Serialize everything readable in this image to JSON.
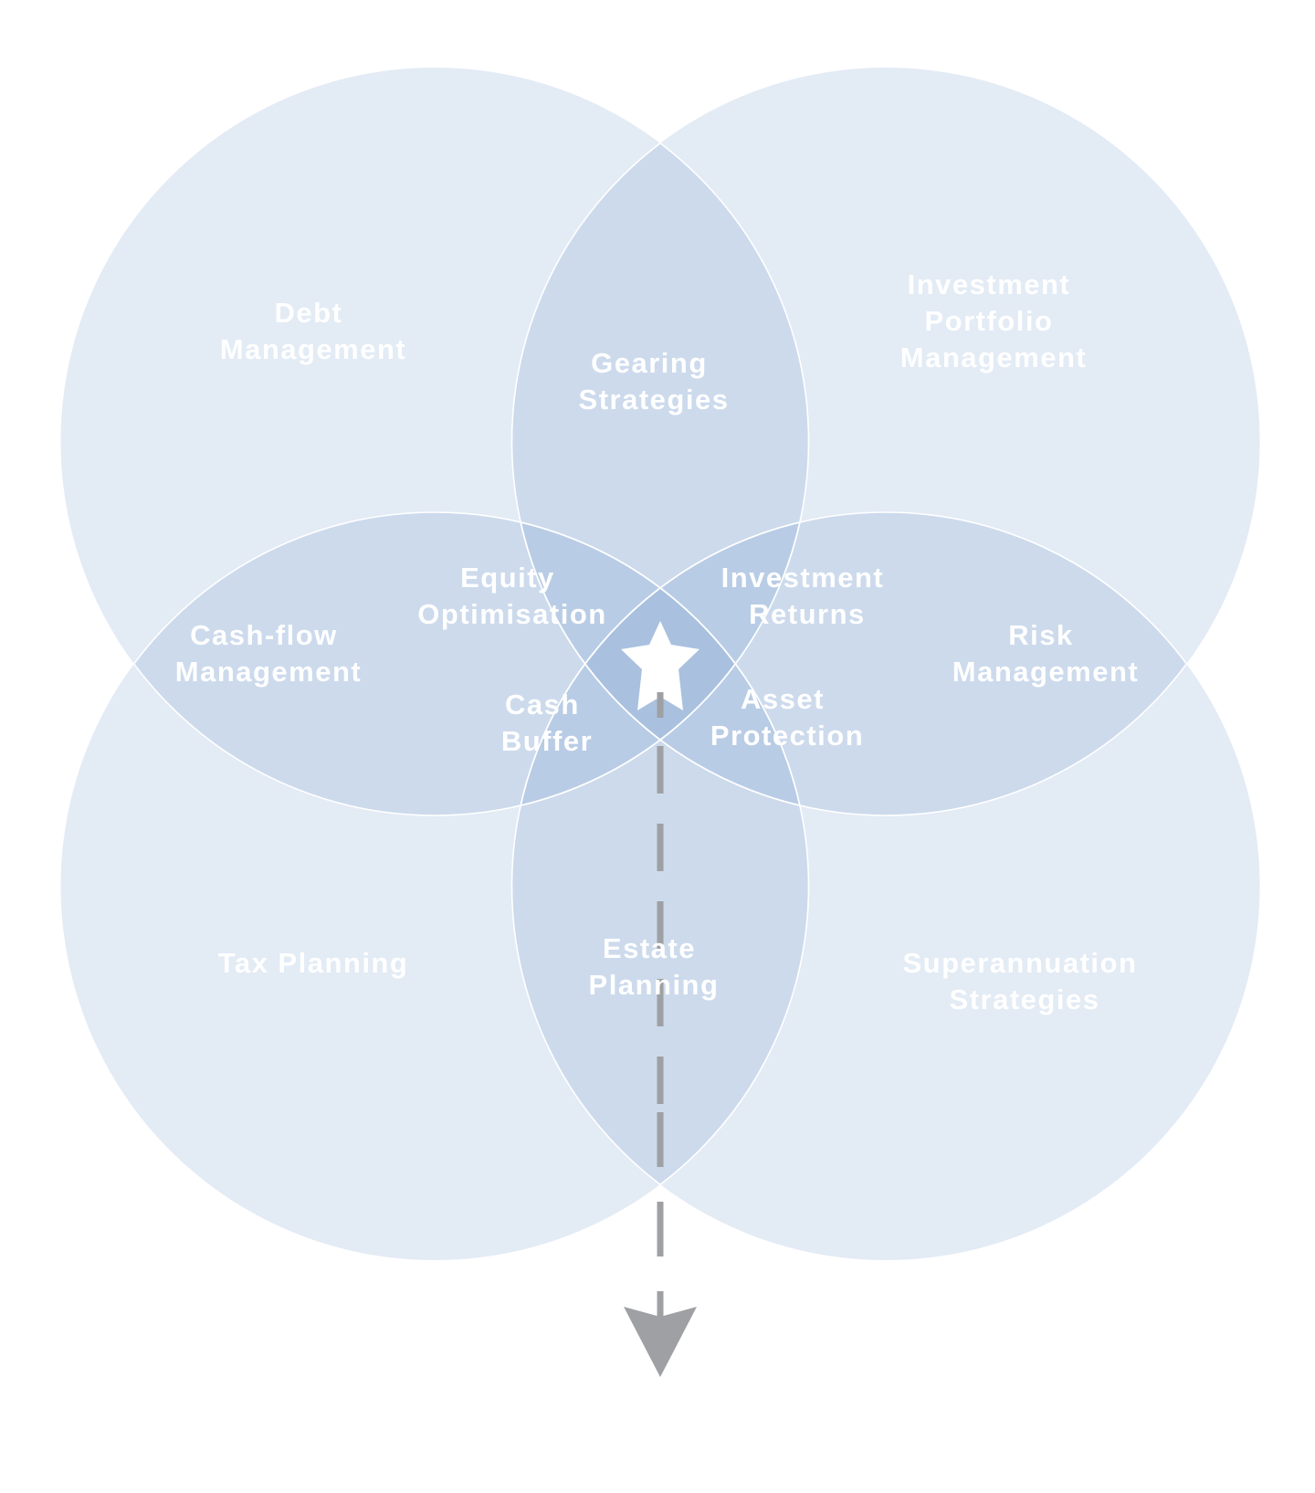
{
  "diagram": {
    "type": "venn",
    "sets": [
      {
        "id": "top-left",
        "label_lines": [
          "Debt",
          "Management"
        ]
      },
      {
        "id": "top-right",
        "label_lines": [
          "Investment",
          "Portfolio",
          "Management"
        ]
      },
      {
        "id": "bottom-left",
        "label_lines": [
          "Tax Planning"
        ]
      },
      {
        "id": "bottom-right",
        "label_lines": [
          "Superannuation",
          "Strategies"
        ]
      }
    ],
    "overlaps": [
      {
        "id": "top-pair",
        "sets": [
          "top-left",
          "top-right"
        ],
        "label_lines": [
          "Gearing",
          "Strategies"
        ]
      },
      {
        "id": "left-pair",
        "sets": [
          "top-left",
          "bottom-left"
        ],
        "label_lines": [
          "Cash-flow",
          "Management"
        ]
      },
      {
        "id": "right-pair",
        "sets": [
          "top-right",
          "bottom-right"
        ],
        "label_lines": [
          "Risk",
          "Management"
        ]
      },
      {
        "id": "bottom-pair",
        "sets": [
          "bottom-left",
          "bottom-right"
        ],
        "label_lines": [
          "Estate",
          "Planning"
        ]
      },
      {
        "id": "triple-upper-left",
        "sets": [
          "top-left",
          "top-right",
          "bottom-left"
        ],
        "label_lines": [
          "Equity",
          "Optimisation"
        ]
      },
      {
        "id": "triple-upper-right",
        "sets": [
          "top-left",
          "top-right",
          "bottom-right"
        ],
        "label_lines": [
          "Investment",
          "Returns"
        ]
      },
      {
        "id": "triple-lower-left",
        "sets": [
          "top-left",
          "bottom-left",
          "bottom-right"
        ],
        "label_lines": [
          "Cash",
          "Buffer"
        ]
      },
      {
        "id": "triple-lower-right",
        "sets": [
          "top-right",
          "bottom-left",
          "bottom-right"
        ],
        "label_lines": [
          "Asset",
          "Protection"
        ]
      }
    ],
    "center": {
      "icon": "star-icon"
    },
    "arrow": {
      "icon": "arrow-down-dashed",
      "direction": "down"
    },
    "colors": {
      "circle_fill": "#6490C8",
      "single_region": "#E3EBF5",
      "double_region": "#CCDBEB",
      "triple_region": "#B7CBE4",
      "quad_region": "#A5BDDD",
      "label_text": "#FFFFFF",
      "arrow": "#9EA0A3"
    }
  }
}
